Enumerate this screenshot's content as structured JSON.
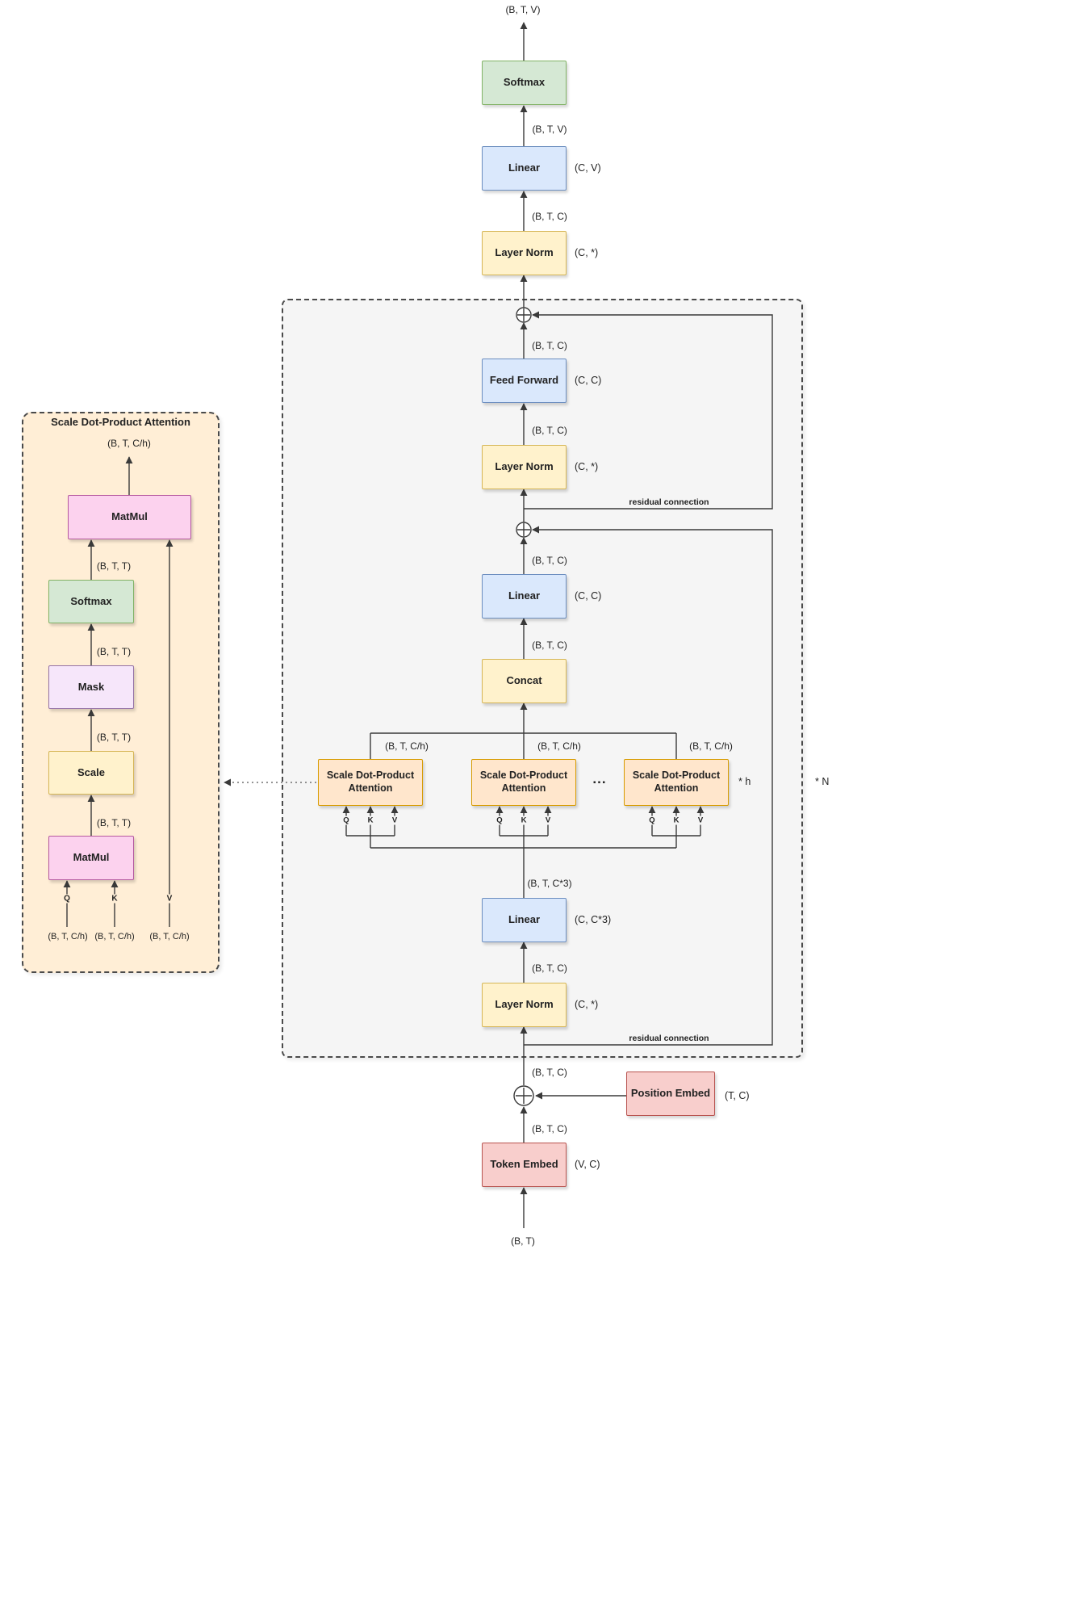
{
  "tensor_shapes": {
    "btv": "(B, T, V)",
    "btc": "(B, T, C)",
    "btc3": "(B, T, C*3)",
    "btch": "(B, T, C/h)",
    "btt": "(B, T, T)",
    "bt": "(B, T)"
  },
  "weight_shapes": {
    "cv": "(C, V)",
    "c_star": "(C, *)",
    "cc": "(C, C)",
    "cc3": "(C, C*3)",
    "tc": "(T, C)",
    "vc": "(V, C)"
  },
  "blocks": {
    "softmax": "Softmax",
    "linear": "Linear",
    "layer_norm": "Layer Norm",
    "feed_forward": "Feed Forward",
    "concat": "Concat",
    "attention": "Scale Dot-Product Attention",
    "matmul": "MatMul",
    "mask": "Mask",
    "scale": "Scale",
    "token_embed": "Token Embed",
    "position_embed": "Position Embed"
  },
  "annotations": {
    "residual_connection": "residual connection",
    "repeat_heads": "* h",
    "repeat_layers": "* N",
    "ellipsis": "...",
    "q": "Q",
    "k": "K",
    "v": "V",
    "detail_title": "Scale Dot-Product Attention"
  },
  "colors": {
    "background": "#ffffff",
    "wire": "#3a3a3a",
    "green_fill": "#d5e8d4",
    "green_stroke": "#82b366",
    "blue_fill": "#dae8fc",
    "blue_stroke": "#6c8ebf",
    "yellow_fill": "#fff2cc",
    "yellow_stroke": "#d6b656",
    "red_fill": "#f8cecc",
    "red_stroke": "#b85450",
    "tan_fill": "#ffe6cc",
    "tan_stroke": "#d79b00",
    "pink_fill": "#fcd2ee",
    "pink_stroke": "#b5599f",
    "lavender_fill": "#f6e6fa",
    "lavender_stroke": "#9673a6",
    "container_gray": "#f5f5f5",
    "container_tan": "#ffeed6"
  }
}
